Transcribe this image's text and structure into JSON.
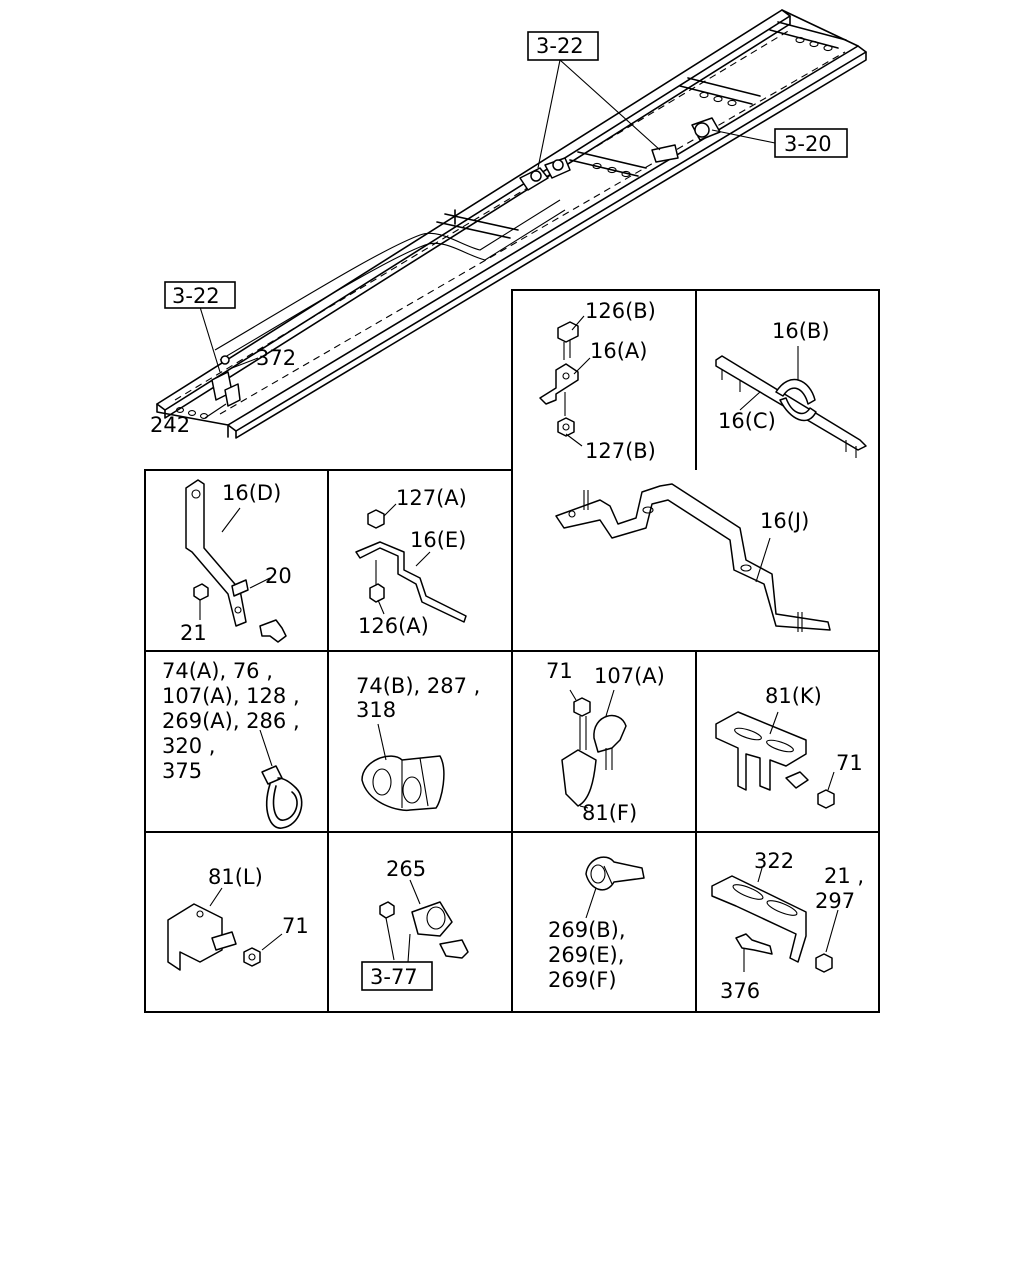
{
  "refs": {
    "top": "3-22",
    "right": "3-20",
    "left": "3-22",
    "bottom": "3-77"
  },
  "frame_labels": {
    "a": "372",
    "b": "242"
  },
  "cells": {
    "c12": {
      "a": "126(B)",
      "b": "16(A)",
      "c": "127(B)"
    },
    "c13": {
      "a": "16(B)",
      "b": "16(C)"
    },
    "c20": {
      "a": "16(D)",
      "b": "20",
      "c": "21"
    },
    "c21": {
      "a": "127(A)",
      "b": "16(E)",
      "c": "126(A)"
    },
    "c22": {
      "a": "16(J)"
    },
    "c30": {
      "lines": [
        "74(A), 76 ,",
        "107(A), 128 ,",
        "269(A), 286 ,",
        "320 ,",
        "375"
      ]
    },
    "c31": {
      "lines": [
        "74(B), 287 ,",
        "318"
      ]
    },
    "c32": {
      "a": "71",
      "b": "107(A)",
      "c": "81(F)"
    },
    "c33": {
      "a": "81(K)",
      "b": "71"
    },
    "c40": {
      "a": "81(L)",
      "b": "71"
    },
    "c41": {
      "a": "265"
    },
    "c42": {
      "lines": [
        "269(B),",
        "269(E),",
        "269(F)"
      ]
    },
    "c43": {
      "a": "322",
      "b": "21 ,",
      "c": "297",
      "d": "376"
    }
  }
}
